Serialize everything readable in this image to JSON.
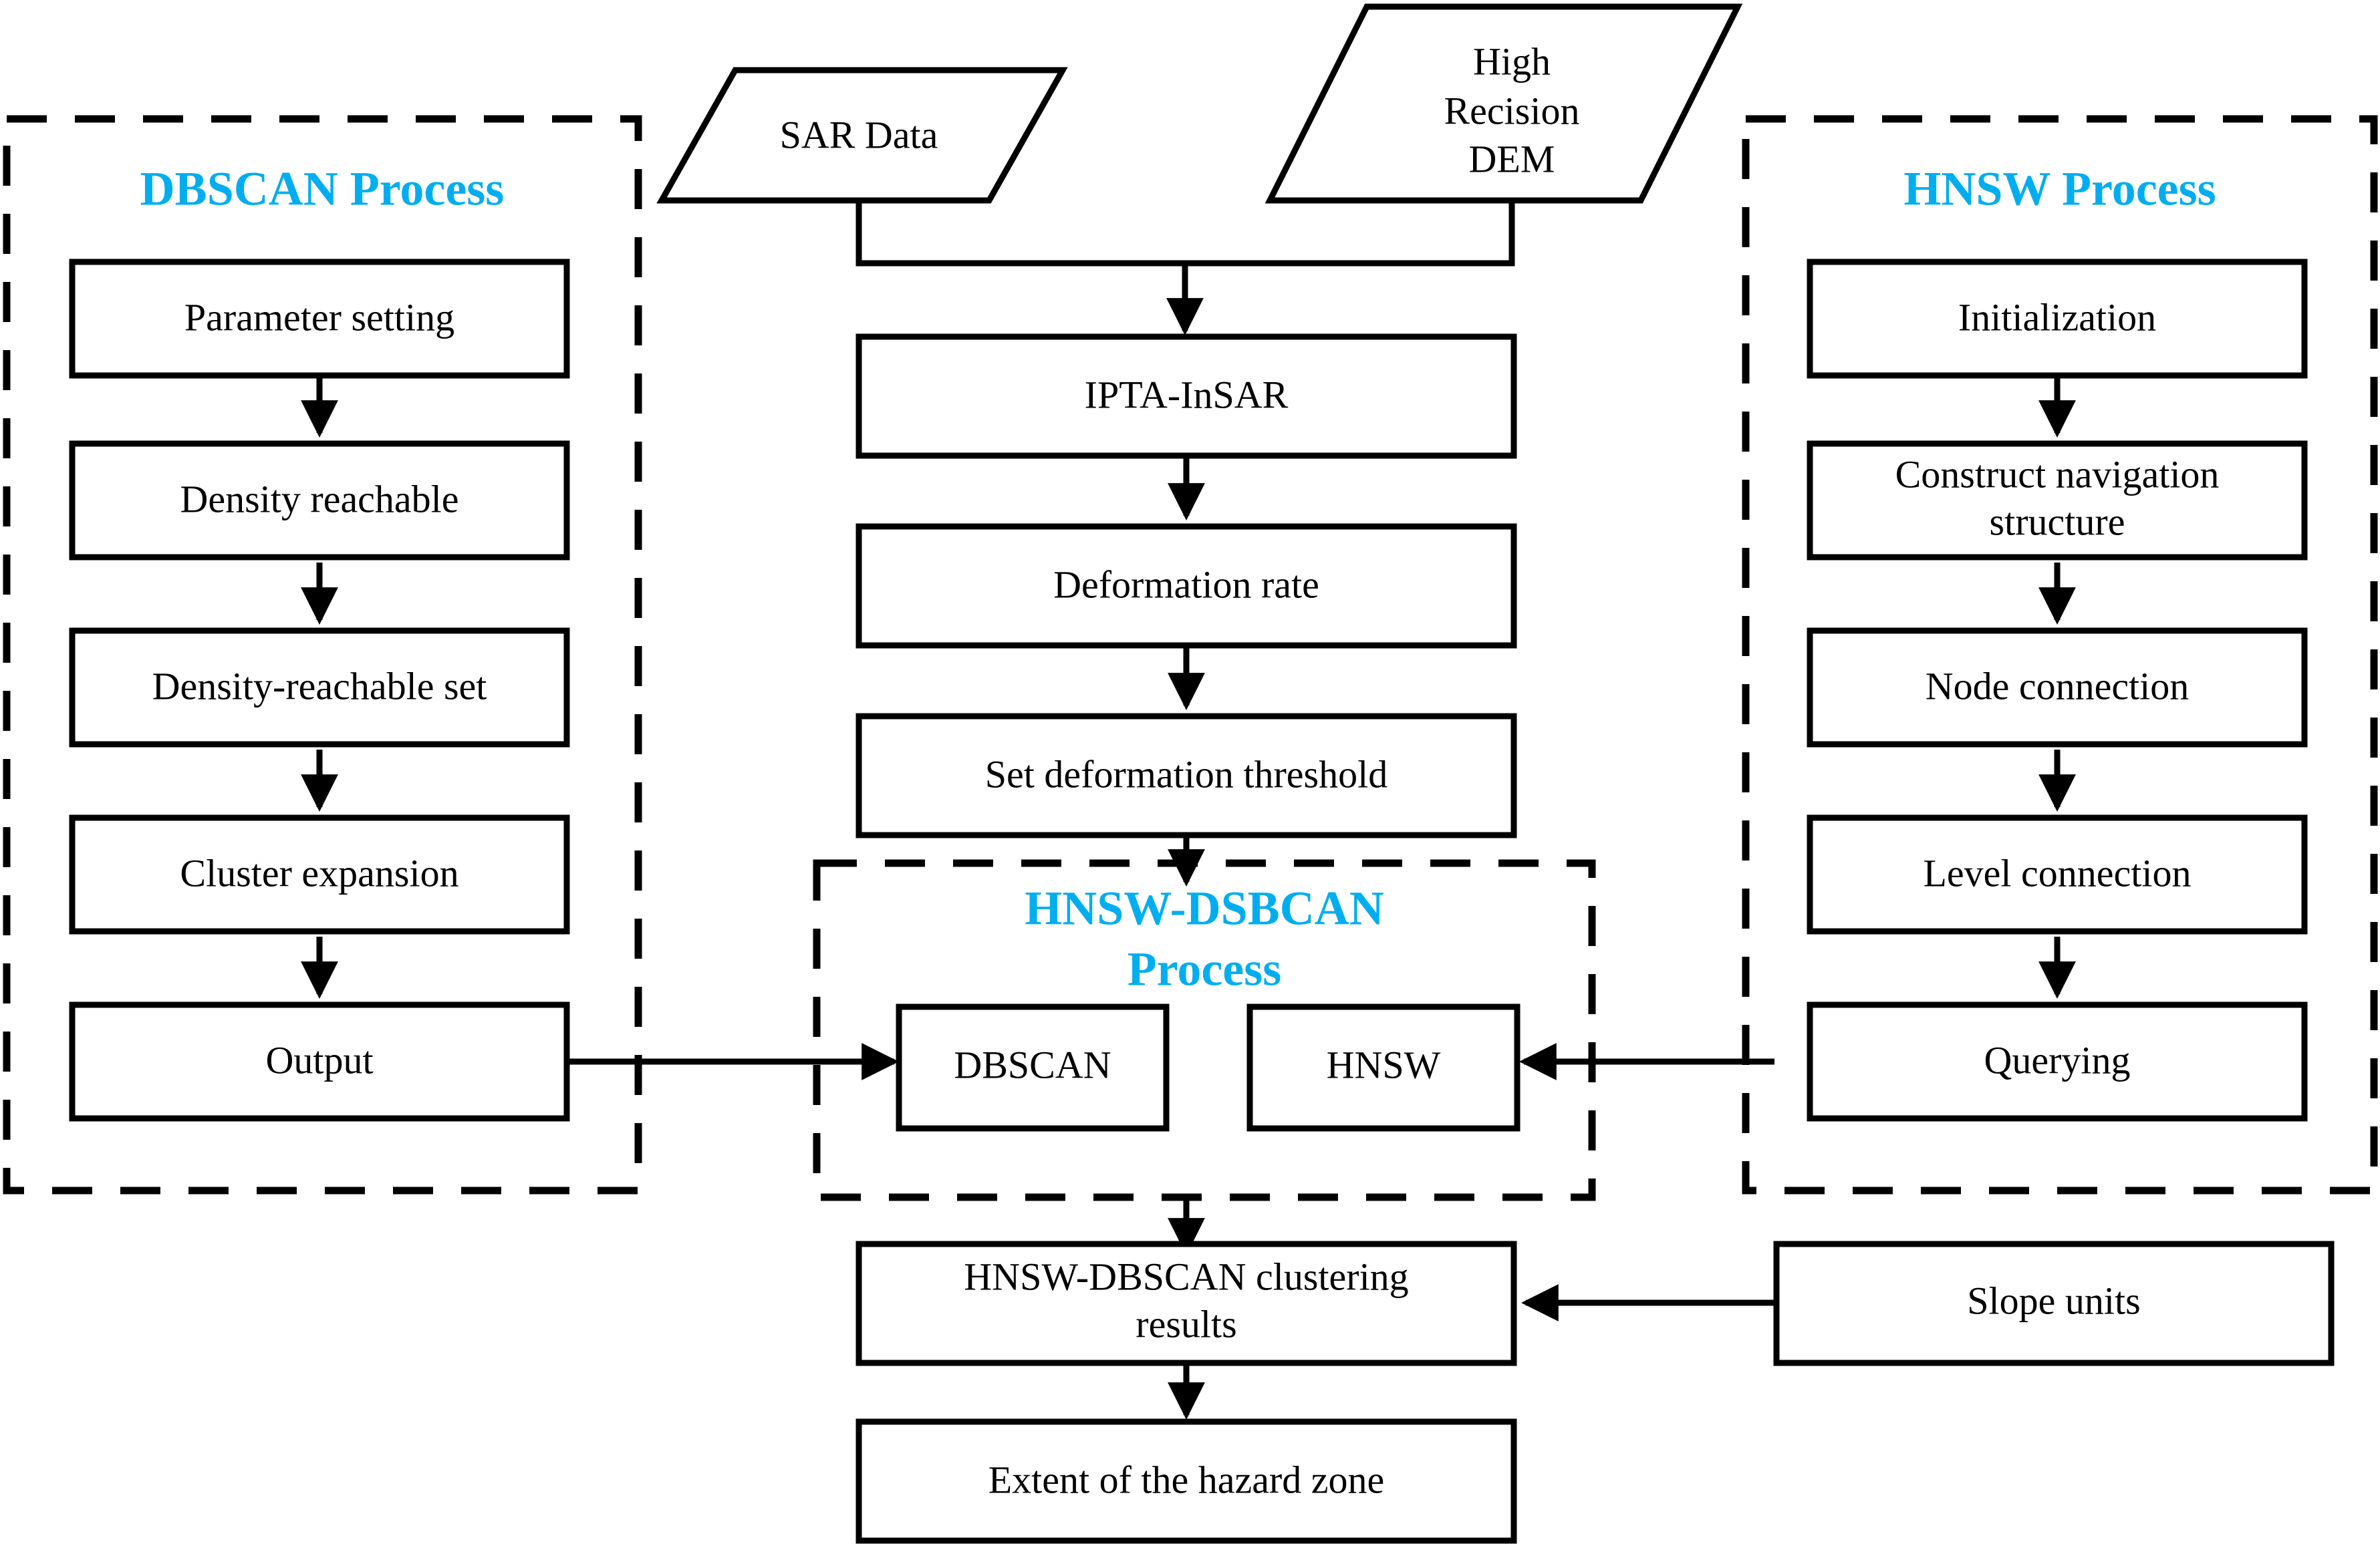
{
  "diagram": {
    "title_color": "#00AEEF",
    "line_color": "#000000",
    "background": "#ffffff"
  },
  "groups": {
    "dbscan": {
      "title": "DBSCAN Process"
    },
    "hnsw": {
      "title": "HNSW Process"
    },
    "hnsw_dbscan": {
      "title_line1": "HNSW-DSBCAN",
      "title_line2": "Process"
    }
  },
  "left_column": {
    "nodes": [
      {
        "label": "Parameter setting"
      },
      {
        "label": "Density reachable"
      },
      {
        "label": "Density-reachable set"
      },
      {
        "label": "Cluster expansion"
      },
      {
        "label": "Output"
      }
    ]
  },
  "center_column": {
    "inputs": [
      {
        "label": "SAR Data"
      },
      {
        "label_line1": "High",
        "label_line2": "Recision",
        "label_line3": "DEM"
      }
    ],
    "nodes": [
      {
        "label": "IPTA-InSAR"
      },
      {
        "label": "Deformation rate"
      },
      {
        "label": "Set deformation threshold"
      }
    ],
    "inner": [
      {
        "label": "DBSCAN"
      },
      {
        "label": "HNSW"
      }
    ],
    "results": [
      {
        "label_line1": "HNSW-DBSCAN clustering",
        "label_line2": "results"
      },
      {
        "label": "Extent of the hazard zone"
      }
    ]
  },
  "right_column": {
    "nodes": [
      {
        "label": "Initialization"
      },
      {
        "label_line1": "Construct navigation",
        "label_line2": "structure"
      },
      {
        "label": "Node connection"
      },
      {
        "label": "Level connection"
      },
      {
        "label": "Querying"
      }
    ],
    "side": [
      {
        "label": "Slope units"
      }
    ]
  }
}
